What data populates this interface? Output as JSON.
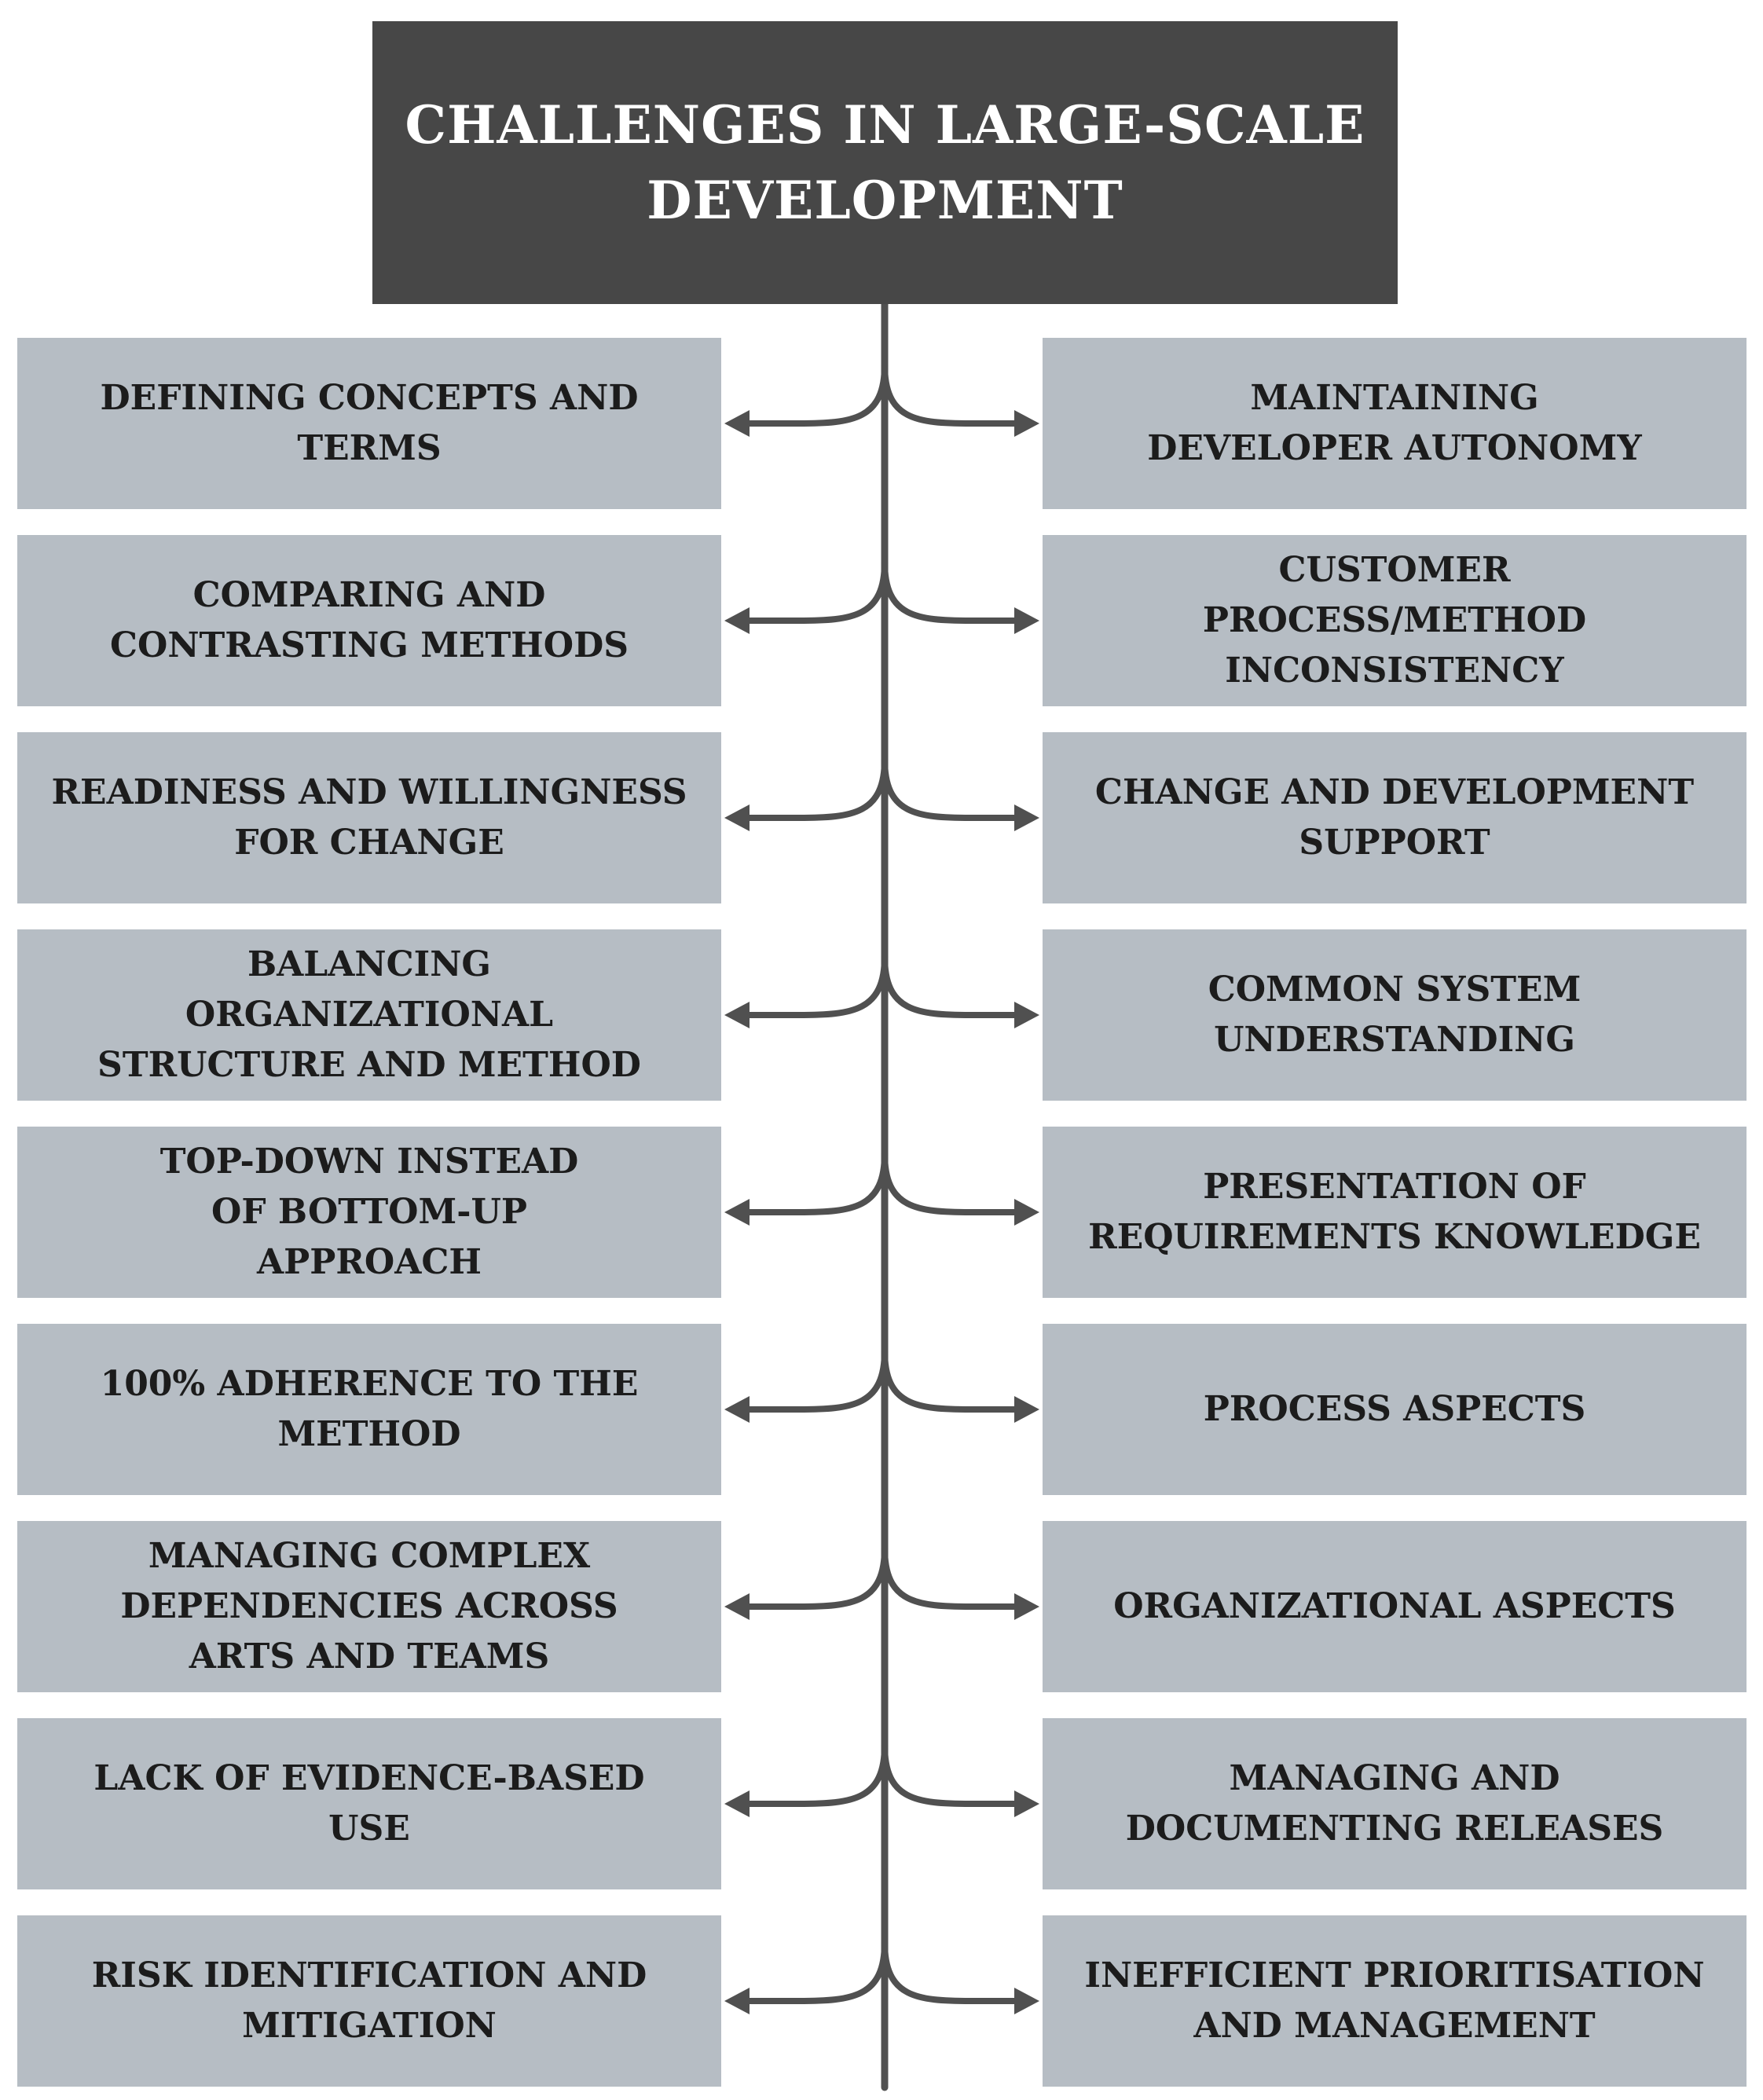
{
  "title": "CHALLENGES IN LARGE-SCALE\nDEVELOPMENT",
  "colors": {
    "title_background": "#474747",
    "box_background": "#b6bdc4",
    "connector": "#505050"
  },
  "left_items": [
    "DEFINING CONCEPTS AND\nTERMS",
    "COMPARING AND\nCONTRASTING METHODS",
    "READINESS AND WILLINGNESS\nFOR CHANGE",
    "BALANCING\nORGANIZATIONAL\nSTRUCTURE AND METHOD",
    "TOP-DOWN INSTEAD\nOF BOTTOM-UP\nAPPROACH",
    "100% ADHERENCE TO THE\nMETHOD",
    "MANAGING COMPLEX\nDEPENDENCIES ACROSS\nARTS AND TEAMS",
    "LACK OF EVIDENCE-BASED\nUSE",
    "RISK IDENTIFICATION AND\nMITIGATION"
  ],
  "right_items": [
    "MAINTAINING\nDEVELOPER AUTONOMY",
    "CUSTOMER\nPROCESS/METHOD\nINCONSISTENCY",
    "CHANGE AND DEVELOPMENT\nSUPPORT",
    "COMMON  SYSTEM\nUNDERSTANDING",
    "PRESENTATION OF\nREQUIREMENTS KNOWLEDGE",
    "PROCESS ASPECTS",
    "ORGANIZATIONAL ASPECTS",
    "MANAGING AND\nDOCUMENTING RELEASES",
    "INEFFICIENT PRIORITISATION\nAND MANAGEMENT"
  ]
}
